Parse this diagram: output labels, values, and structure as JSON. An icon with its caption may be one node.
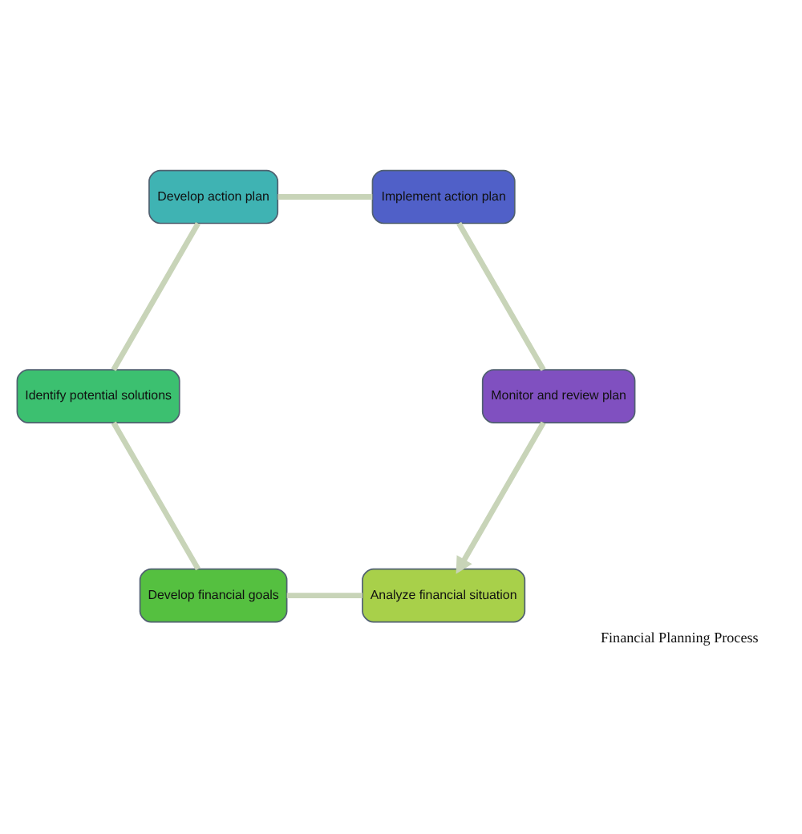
{
  "diagram": {
    "nodes": [
      {
        "text": [
          "Analyze financial situation"
        ]
      },
      {
        "text": [
          "Develop financial goals"
        ]
      },
      {
        "text": [
          "Identify potential solutions"
        ]
      },
      {
        "text": [
          "Develop action plan"
        ]
      },
      {
        "text": [
          "Implement action plan"
        ]
      },
      {
        "text": [
          "Monitor and review plan"
        ]
      }
    ],
    "edges": [
      {
        "from": 0,
        "to": 1,
        "arrow": "none"
      },
      {
        "from": 1,
        "to": 2,
        "arrow": "none"
      },
      {
        "from": 2,
        "to": 3,
        "arrow": "none"
      },
      {
        "from": 3,
        "to": 4,
        "arrow": "none"
      },
      {
        "from": 4,
        "to": 5,
        "arrow": "none"
      },
      {
        "from": 5,
        "to": 0,
        "arrow": "to"
      }
    ],
    "labels": [
      "Financial Planning Process"
    ]
  }
}
